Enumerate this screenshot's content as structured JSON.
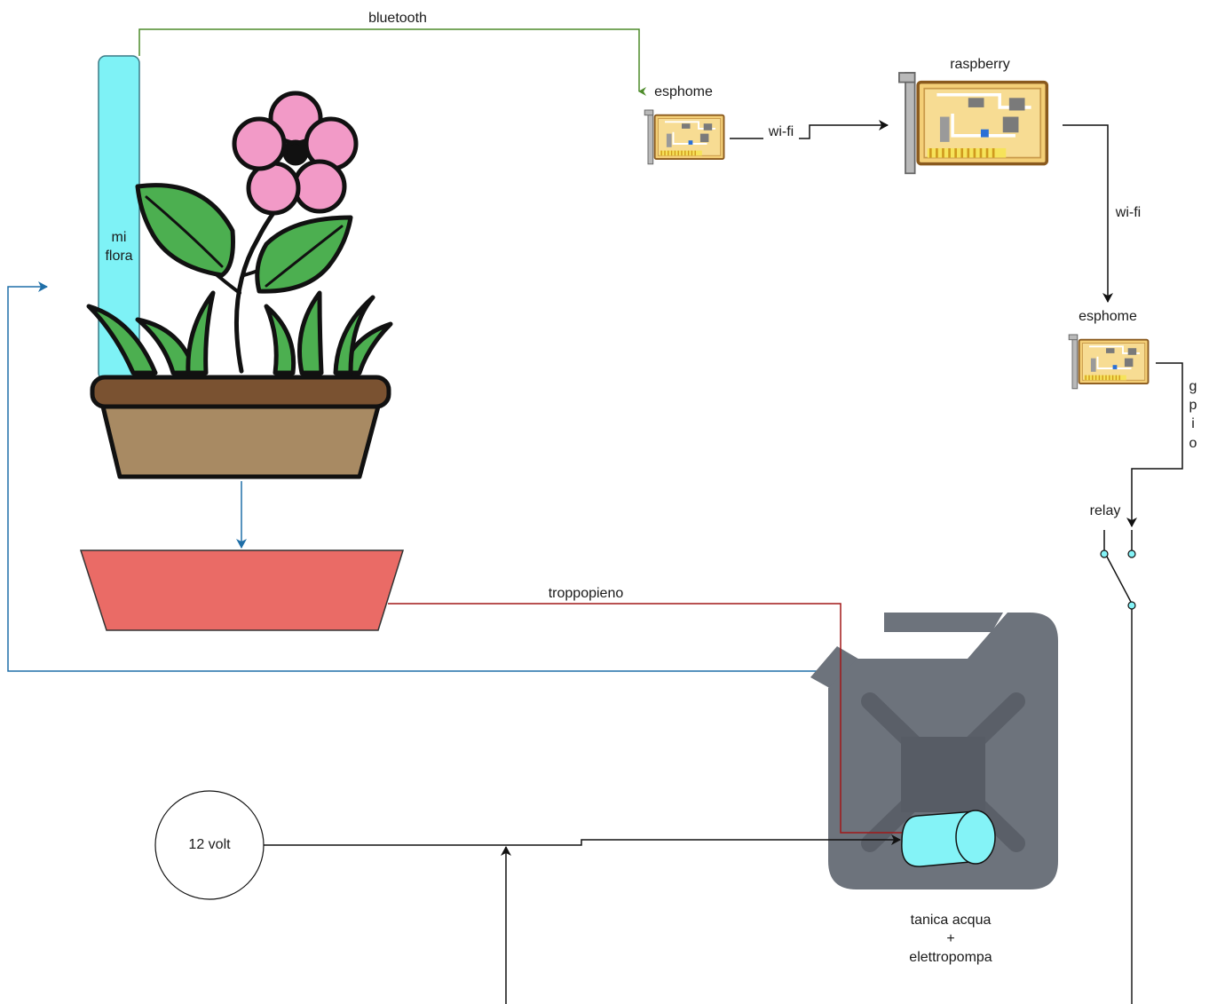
{
  "labels": {
    "bluetooth": "bluetooth",
    "esphome_top": "esphome",
    "wifi_1": "wi-fi",
    "raspberry": "raspberry",
    "wifi_2": "wi-fi",
    "esphome_right": "esphome",
    "gpio": [
      "g",
      "p",
      "i",
      "o"
    ],
    "relay": "relay",
    "sensor_line1": "mi",
    "sensor_line2": "flora",
    "troppopieno": "troppopieno",
    "power_source": "12 volt",
    "tank_line1": "tanica acqua",
    "tank_line2": "+",
    "tank_line3": "elettropompa"
  },
  "colors": {
    "bluetooth_line": "#4d8b2a",
    "water_line": "#1f6fa8",
    "overflow_line": "#a21818",
    "wire": "#111111",
    "sensor_fill": "#7ef2f6",
    "tray_fill": "#ea6b66",
    "pump_fill": "#84f3f7",
    "tank_fill": "#6d737c",
    "board_fill": "#f4cf77"
  },
  "icons": {
    "plant": "potted-flower-icon",
    "board": "pcb-board-icon",
    "tank": "jerrycan-icon",
    "switch": "relay-switch-icon"
  }
}
